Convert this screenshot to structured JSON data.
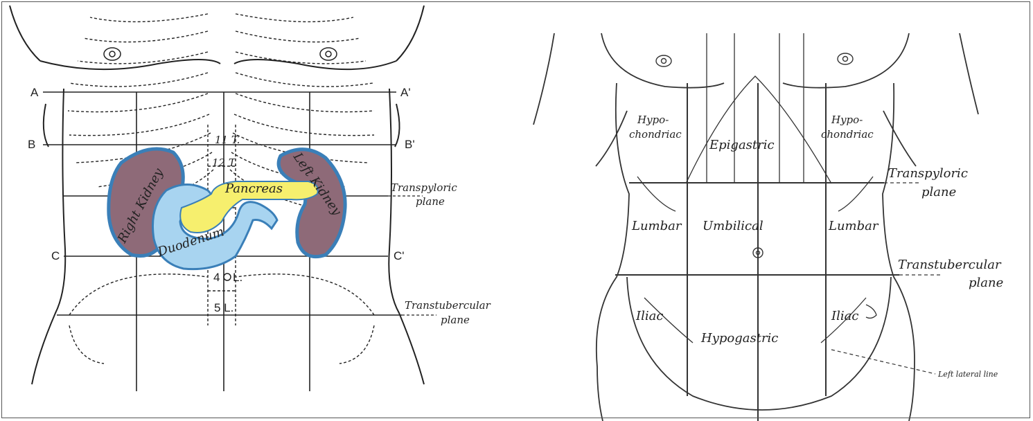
{
  "colors": {
    "ink": "#222222",
    "kidney_fill": "#8e6a78",
    "kidney_outline": "#3a7fb8",
    "duodenum_fill": "#a8d4f0",
    "pancreas_fill": "#f6ef6e"
  },
  "left_figure": {
    "plane_letters": {
      "a": "A",
      "a_prime": "A'",
      "b": "B",
      "b_prime": "B'",
      "c": "C",
      "c_prime": "C'"
    },
    "vertebrae": {
      "t11": "11 T.",
      "t12": "12 T.",
      "l4": "4",
      "l4_letter": "L.",
      "l5": "5 L."
    },
    "organs": {
      "right_kidney": "Right Kidney",
      "left_kidney": "Left Kidney",
      "pancreas": "Pancreas",
      "duodenum": "Duodenum"
    },
    "plane_labels": {
      "transpyloric_1": "Transpyloric",
      "transpyloric_2": "plane",
      "transtubercular_1": "Transtubercular",
      "transtubercular_2": "plane"
    }
  },
  "right_figure": {
    "regions": {
      "hypochondriac_right_1": "Hypo-",
      "hypochondriac_right_2": "chondriac",
      "epigastric": "Epigastric",
      "hypochondriac_left_1": "Hypo-",
      "hypochondriac_left_2": "chondriac",
      "lumbar_right": "Lumbar",
      "umbilical": "Umbilical",
      "lumbar_left": "Lumbar",
      "iliac_right": "Iliac",
      "hypogastric": "Hypogastric",
      "iliac_left": "Iliac"
    },
    "plane_labels": {
      "transpyloric_1": "Transpyloric",
      "transpyloric_2": "plane",
      "transtubercular_1": "Transtubercular",
      "transtubercular_2": "plane",
      "left_lateral_line": "Left lateral line"
    }
  }
}
